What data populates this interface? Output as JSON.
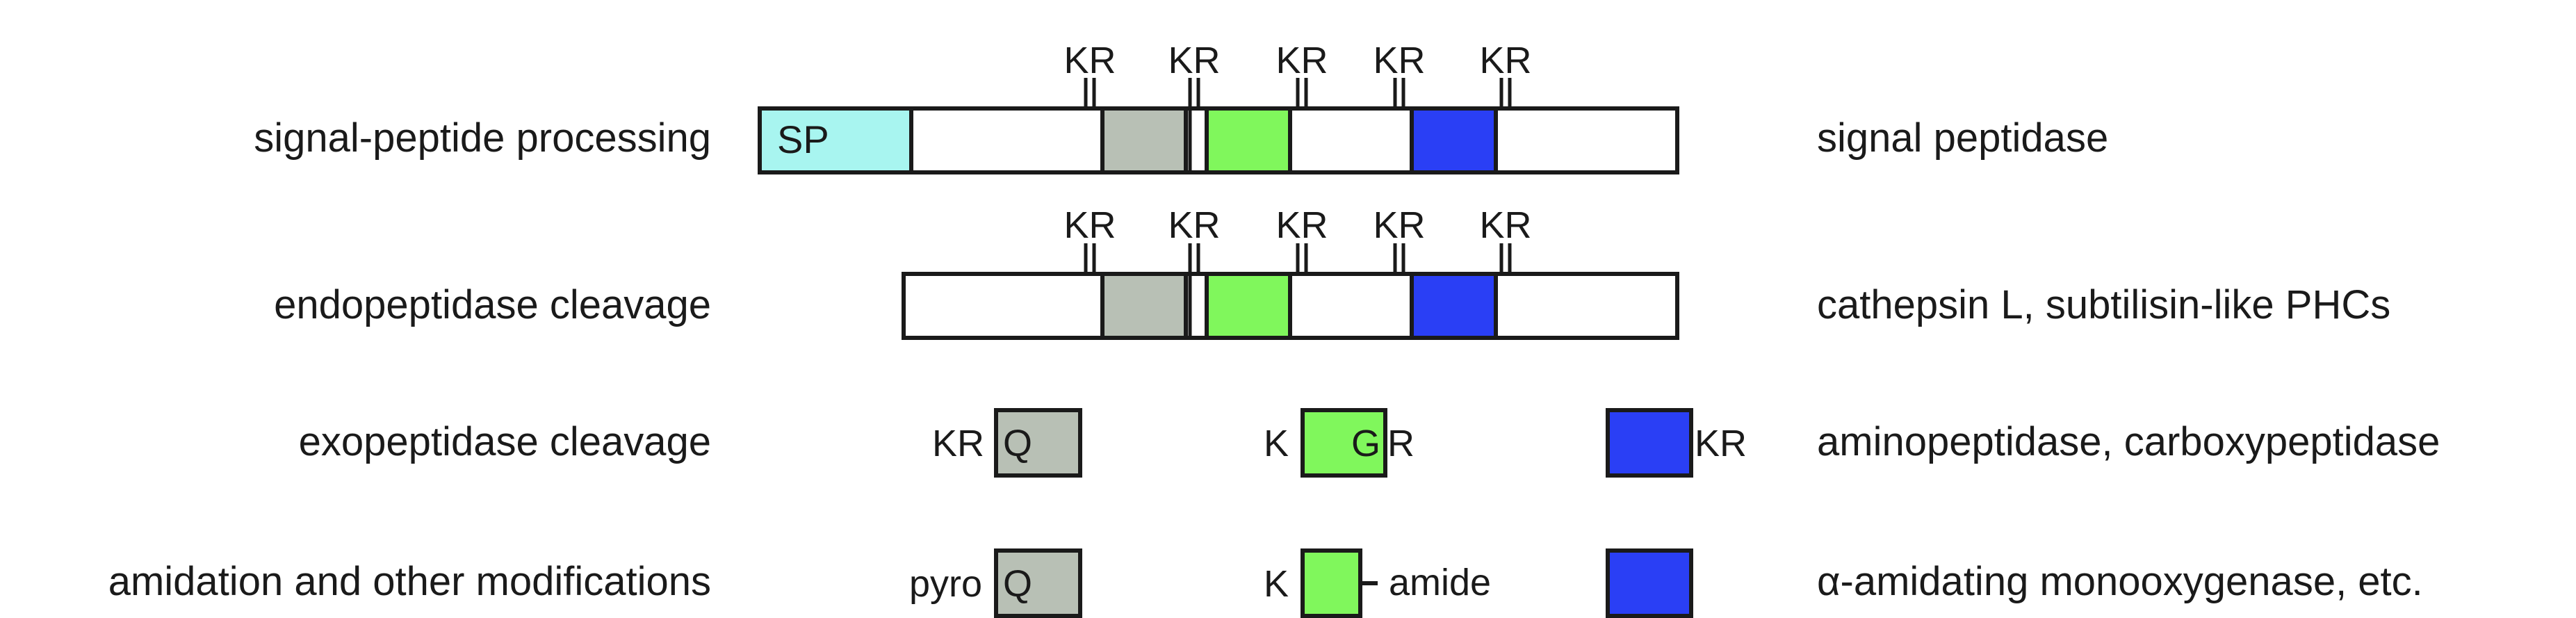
{
  "stages": [
    {
      "id": "signal",
      "label": "signal-peptide processing",
      "enzyme": "signal peptidase"
    },
    {
      "id": "endo",
      "label": "endopeptidase cleavage",
      "enzyme": "cathepsin L, subtilisin-like PHCs"
    },
    {
      "id": "exo",
      "label": "exopeptidase cleavage",
      "enzyme": "aminopeptidase, carboxypeptidase"
    },
    {
      "id": "amid",
      "label": "amidation and other modifications",
      "enzyme": "α-amidating monooxygenase, etc."
    }
  ],
  "site_label": "KR",
  "sp_label": "SP",
  "exo_row": {
    "gray_prefix": "KR",
    "gray_text": "Q",
    "green_prefix": "K",
    "green_text": "G",
    "green_suffix": "R",
    "blue_suffix": "KR"
  },
  "amid_row": {
    "gray_prefix": "pyro",
    "gray_text": "Q",
    "green_prefix": "K",
    "green_suffix": "amide"
  },
  "colors": {
    "signal_peptide": "#a8f5f0",
    "gray_peptide": "#b8c0b5",
    "green_peptide": "#80f75c",
    "blue_peptide": "#2a3ff5",
    "outline": "#1a1a1a"
  }
}
